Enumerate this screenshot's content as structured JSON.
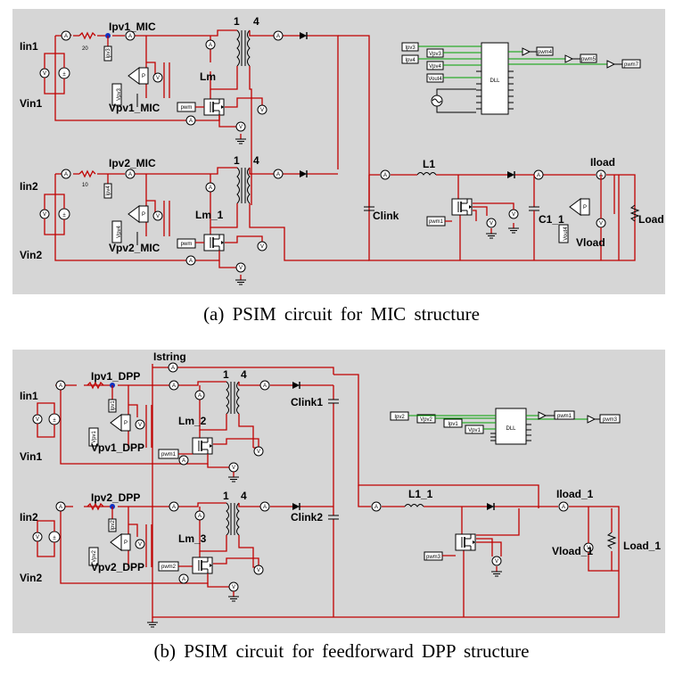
{
  "captions": {
    "a": "(a) PSIM circuit for MIC structure",
    "b": "(b) PSIM circuit for feedforward DPP structure"
  },
  "panel_a": {
    "labels": {
      "ipv1": "Ipv1_MIC",
      "iin1": "Iin1",
      "vin1": "Vin1",
      "vpv1": "Vpv1_MIC",
      "lm": "Lm",
      "ipv2": "Ipv2_MIC",
      "iin2": "Iin2",
      "vin2": "Vin2",
      "vpv2": "Vpv2_MIC",
      "lm1": "Lm_1",
      "clink": "Clink",
      "l1": "L1",
      "c1": "C1_1",
      "iload": "Iload",
      "vload": "Vload",
      "load": "Load",
      "ratio1_p": "1",
      "ratio1_s": "4",
      "ratio2_p": "1",
      "ratio2_s": "4",
      "dll": "DLL",
      "r1": "20",
      "r2": "10"
    },
    "tags": {
      "ipv3": "Ipv3",
      "vpv3": "Vpv3",
      "ipv4": "Ipv4",
      "vpv4": "Vpv4",
      "vout4": "Vout4",
      "pwm4": "pwm4",
      "pwm5": "pwm5",
      "pwm7": "pwm7",
      "pwm_sw1": "pwm",
      "pwm_sw2": "pwm",
      "pwm_sw3": "pwm1",
      "ipv_probe1": "Ipv3",
      "ipv_probe2": "Ipv4",
      "vpv_probe1": "Vpv3",
      "vpv_probe2": "Vpv4",
      "vload_probe": "Vout4"
    }
  },
  "panel_b": {
    "labels": {
      "istring": "Istring",
      "ipv1": "Ipv1_DPP",
      "iin1": "Iin1",
      "vin1": "Vin1",
      "vpv1": "Vpv1_DPP",
      "lm2": "Lm_2",
      "ipv2": "Ipv2_DPP",
      "iin2": "Iin2",
      "vin2": "Vin2",
      "vpv2": "Vpv2_DPP",
      "lm3": "Lm_3",
      "clink1": "Clink1",
      "clink2": "Clink2",
      "l1": "L1_1",
      "iload": "Iload_1",
      "vload": "Vload_1",
      "load": "Load_1",
      "ratio1_p": "1",
      "ratio1_s": "4",
      "ratio2_p": "1",
      "ratio2_s": "4",
      "dll": "DLL"
    },
    "tags": {
      "ipv2": "Ipv2",
      "vpv2": "Vpv2",
      "ipv1": "Ipv1",
      "vpv1": "Vpv1",
      "pwm1": "pwm1",
      "pwm3": "pwm3",
      "pwm_sw1": "pwm1",
      "pwm_sw2": "pwm2",
      "pwm_sw3": "pwm3",
      "ipv_probe1": "Ipv1",
      "ipv_probe2": "Ipv2",
      "vpv_probe1": "Vpv1",
      "vpv_probe2": "Vpv2"
    }
  }
}
